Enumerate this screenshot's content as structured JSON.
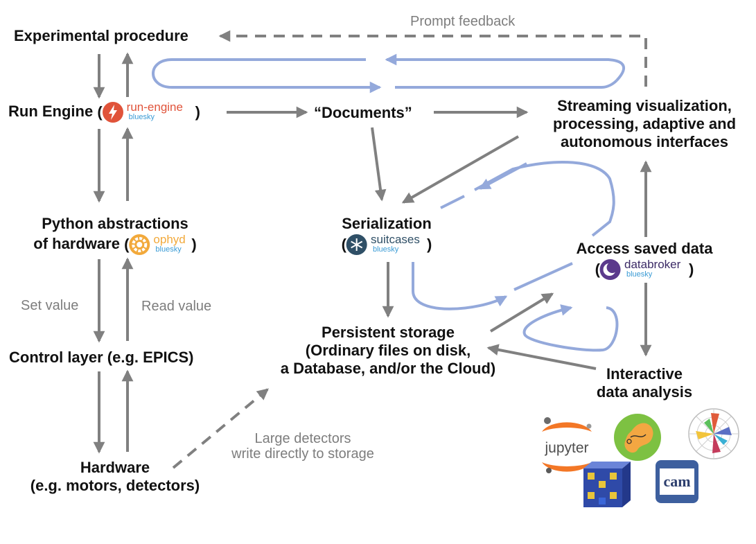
{
  "nodes": {
    "experimental_procedure": "Experimental procedure",
    "run_engine": "Run Engine",
    "python_abstractions_line1": "Python abstractions",
    "python_abstractions_line2": "of hardware",
    "control_layer": "Control layer (e.g. EPICS)",
    "hardware_line1": "Hardware",
    "hardware_line2": "(e.g. motors, detectors)",
    "documents": "“Documents”",
    "serialization": "Serialization",
    "persistent_storage_line1": "Persistent storage",
    "persistent_storage_line2": "(Ordinary files on disk,",
    "persistent_storage_line3": "a Database, and/or the Cloud)",
    "streaming_line1": "Streaming visualization,",
    "streaming_line2": "processing, adaptive and",
    "streaming_line3": "autonomous interfaces",
    "access_saved_data": "Access saved data",
    "interactive_line1": "Interactive",
    "interactive_line2": "data analysis"
  },
  "labels": {
    "prompt_feedback": "Prompt feedback",
    "set_value": "Set value",
    "read_value": "Read value",
    "large_detectors_line1": "Large detectors",
    "large_detectors_line2": "write directly to storage"
  },
  "logos": {
    "run_engine": {
      "name": "run-engine",
      "sub": "bluesky",
      "color": "#e0533a",
      "icon": "lightning-bolt-icon"
    },
    "ophyd": {
      "name": "ophyd",
      "sub": "bluesky",
      "color": "#f2a93b",
      "icon": "gear-icon"
    },
    "suitcases": {
      "name": "suitcases",
      "sub": "bluesky",
      "color": "#2f4f66",
      "icon": "snowflake-icon"
    },
    "databroker": {
      "name": "databroker",
      "sub": "bluesky",
      "color": "#5b3a8c",
      "icon": "moon-icon"
    },
    "jupyter": {
      "name": "jupyter",
      "color": "#f37726",
      "icon": "jupyter-icon"
    },
    "cam": {
      "name": "cam",
      "color": "#3d5f9e",
      "icon": "cam-icon"
    }
  },
  "colors": {
    "arrow_gray": "#808080",
    "loop_blue": "#94a9db",
    "label_gray": "#7d7d7d"
  }
}
